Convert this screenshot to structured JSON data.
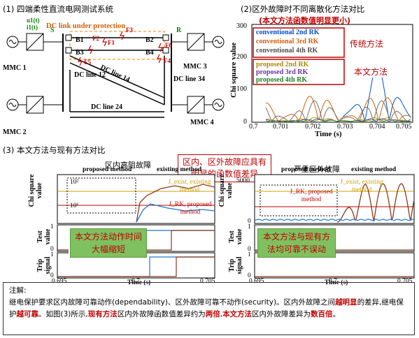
{
  "sections": {
    "s1_title": "(1) 四端柔性直流电网测试系统",
    "s2_title": "(2)区外故障时不同离散化方法对比",
    "s2_subtitle": "(本文方法函数值明显更小)",
    "s3_title": "(3) 本文方法与现有方法对比"
  },
  "system_diagram": {
    "protection_label": "DC link under protection",
    "S": "S",
    "R": "R",
    "u1": "u1(t)",
    "i1": "i1(t)",
    "B1": "B1",
    "B2": "B2",
    "B3": "B3",
    "B4": "B4",
    "F1": "F1",
    "F2": "F2",
    "F3": "F3",
    "F4": "F4",
    "F5": "F5",
    "F6": "F6",
    "mmc1": "MMC 1",
    "mmc2": "MMC 2",
    "mmc3": "MMC 3",
    "mmc4": "MMC 4",
    "line12": "DC line 12",
    "line14": "DC line 14",
    "line34": "DC line 34",
    "line24": "DC line 24"
  },
  "chart2": {
    "ylabel": "Chi square value",
    "xlabel": "Time (s)",
    "x_ticks": [
      "0.7",
      "0.701",
      "0.702",
      "0.703",
      "0.704",
      "0.705"
    ],
    "y_ticks": [
      "0",
      "100",
      "200",
      "300"
    ],
    "legend_conventional": [
      "conventional 2nd RK",
      "conventional 3rd RK",
      "conventional 4th RK"
    ],
    "legend_proposed": [
      "proposed 2nd RK",
      "proposed 3rd RK",
      "proposed 4th RK"
    ],
    "tag_conventional": "传统方法",
    "tag_proposed": "本文方法",
    "colors": {
      "c2": "#0050c8",
      "c3": "#d06010",
      "c4": "#707070",
      "p2": "#c8a000",
      "p3": "#7030a0",
      "p4": "#30a030"
    }
  },
  "chart3_left": {
    "title": "区内高阻故障",
    "legend": [
      "proposed method",
      "existing method"
    ],
    "ylabel1": "Chi square value",
    "ylabel2": "Test value",
    "ylabel3": "Trip signal",
    "y1_ticks": [
      "10²",
      "10¹"
    ],
    "y2_ticks": [
      "0",
      "1"
    ],
    "y3_ticks": [
      "0",
      "1"
    ],
    "x_ticks": [
      "0.695",
      "0.7",
      "0.705"
    ],
    "xlabel": "Time (s)",
    "j_exist": "J_exist, existing method",
    "j_rk": "J_RK, proposed method",
    "green_text": "本文方法动作时间大幅缩短"
  },
  "chart3_right": {
    "title": "严重区外故障",
    "legend": [
      "proposed method",
      "existing method"
    ],
    "ylabel1": "Chi square value",
    "ylabel2": "Test value",
    "ylabel3": "Trip signal",
    "y1_ticks": [
      "0",
      "5000"
    ],
    "y2_ticks": [
      "0",
      "1"
    ],
    "y3_ticks": [
      "0",
      "1"
    ],
    "x_ticks": [
      "0.695",
      "0.7",
      "0.705"
    ],
    "xlabel": "Time (s)",
    "j_exist": "J_exist, existing method",
    "j_rk": "J_RK, proposed method",
    "green_text": "本文方法与现有方法均可靠不误动"
  },
  "callout": "区内、区外故障应具有明显的函数值差异",
  "note": {
    "label": "注解:",
    "p1": "继电保护要求区内故障可靠动作(dependability)、区外故障可靠不动作(security)。区内外故障之间",
    "p1_b1": "越明显",
    "p1_mid": "的差异,继电保护",
    "p1_b2": "越可靠",
    "p1_end": "。如图(3)所示,",
    "p1_b3": "现有方法",
    "p1_end2": "区内外故障函数值差异约为",
    "p2_b1": "两倍",
    "p2_mid": ",",
    "p2_b2": "本文方法",
    "p2_mid2": "区内外故障差异为",
    "p2_b3": "数百倍",
    "p2_end": "。"
  }
}
